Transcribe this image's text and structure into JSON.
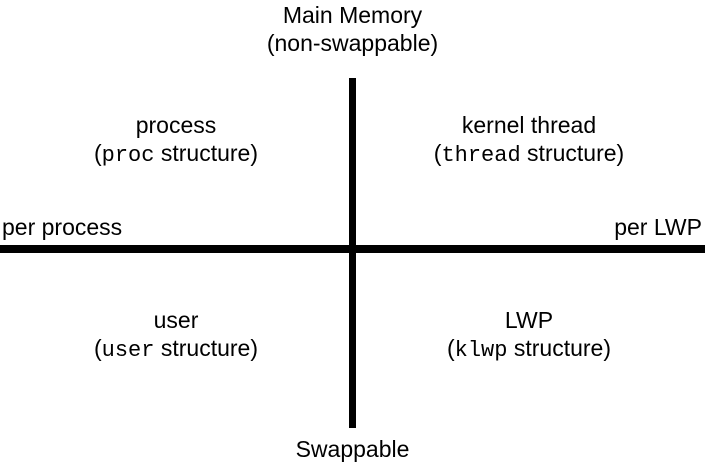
{
  "colors": {
    "background": "#ffffff",
    "line": "#000000",
    "text": "#000000"
  },
  "labels": {
    "top": {
      "line1": "Main Memory",
      "line2": "(non-swappable)"
    },
    "bottom": "Swappable",
    "left_axis": "per process",
    "right_axis": "per LWP"
  },
  "quadrants": [
    {
      "position": "top-left",
      "title": "process",
      "paren_open": "(",
      "code": "proc",
      "paren_rest": " structure)"
    },
    {
      "position": "top-right",
      "title": "kernel thread",
      "paren_open": "(",
      "code": "thread",
      "paren_rest": " structure)"
    },
    {
      "position": "bottom-left",
      "title": "user",
      "paren_open": "(",
      "code": "user",
      "paren_rest": " structure)"
    },
    {
      "position": "bottom-right",
      "title": "LWP",
      "paren_open": "(",
      "code": "klwp",
      "paren_rest": " structure)"
    }
  ]
}
